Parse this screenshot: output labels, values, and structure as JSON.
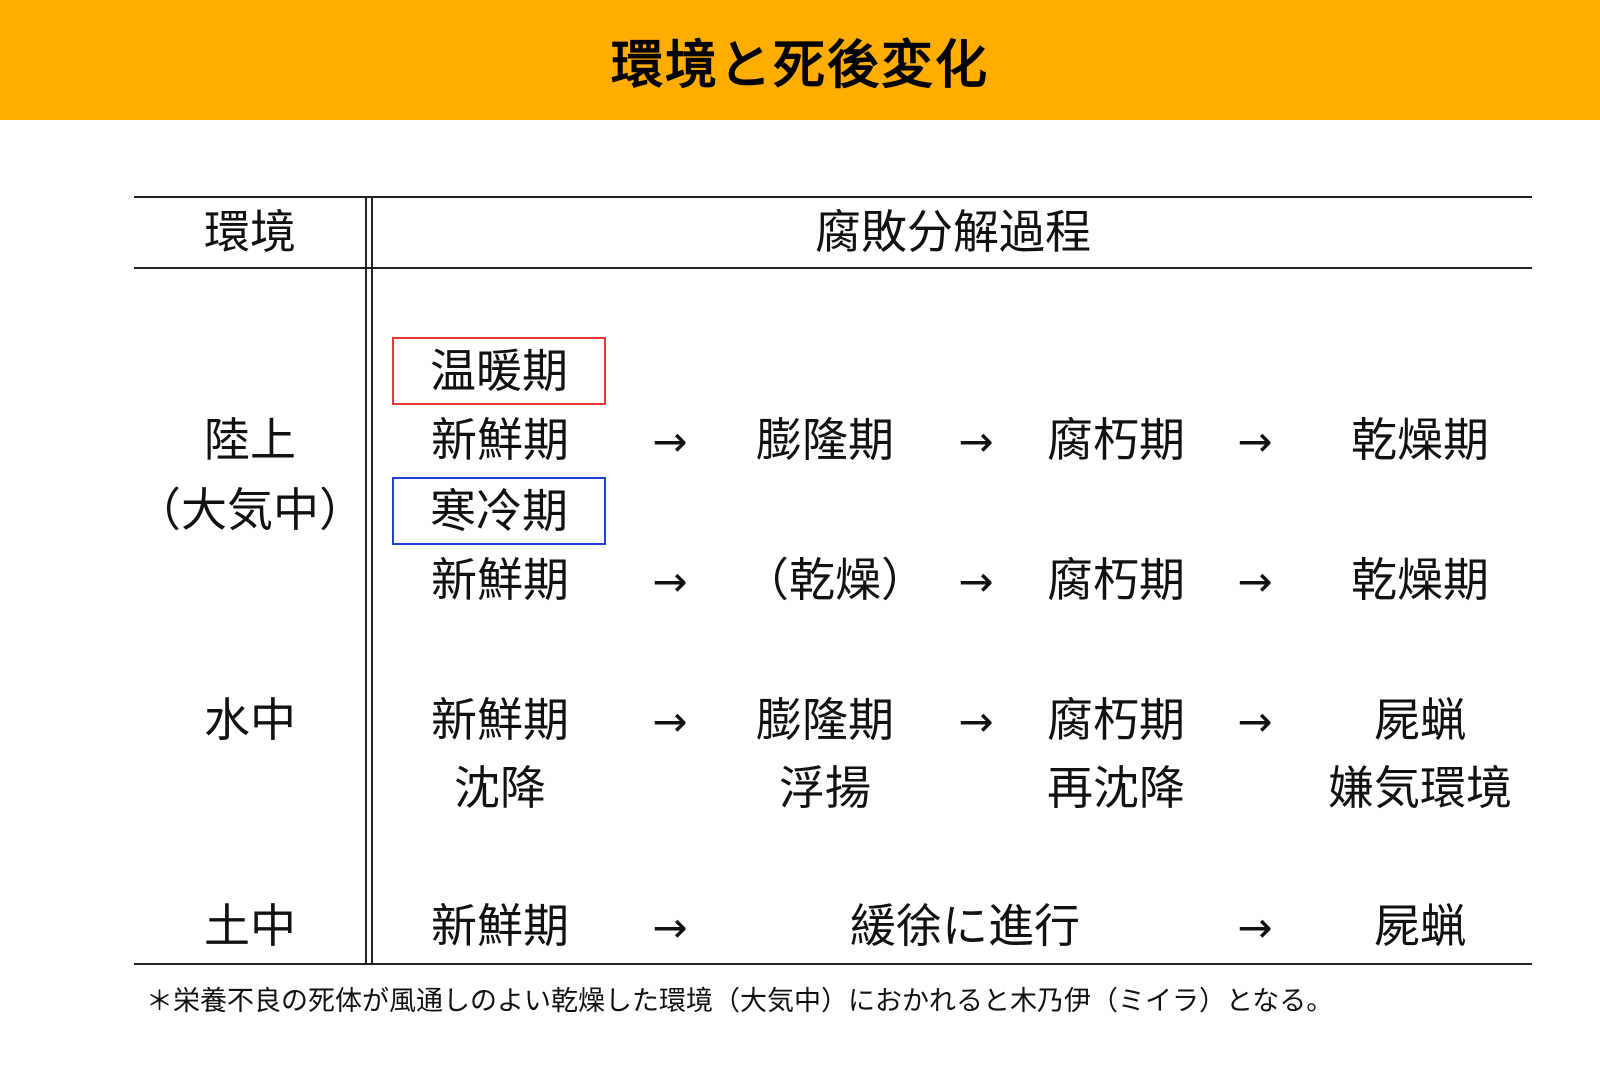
{
  "slide": {
    "title": "環境と死後変化"
  },
  "colors": {
    "header_bg": "#FFAE00",
    "warm_box": "#E53935",
    "cold_box": "#1E40D8"
  },
  "table": {
    "headers": {
      "environment": "環境",
      "process": "腐敗分解過程"
    },
    "arrow": "→",
    "land": {
      "env_line1": "陸上",
      "env_line2": "（大気中）",
      "warm": {
        "label": "温暖期",
        "steps": [
          "新鮮期",
          "膨隆期",
          "腐朽期",
          "乾燥期"
        ]
      },
      "cold": {
        "label": "寒冷期",
        "steps": [
          "新鮮期",
          "（乾燥）",
          "腐朽期",
          "乾燥期"
        ]
      }
    },
    "water": {
      "env": "水中",
      "steps": [
        "新鮮期",
        "膨隆期",
        "腐朽期",
        "屍蝋"
      ],
      "notes": [
        "沈降",
        "浮揚",
        "再沈降",
        "嫌気環境"
      ]
    },
    "soil": {
      "env": "土中",
      "steps": [
        "新鮮期",
        "緩徐に進行",
        "屍蝋"
      ]
    }
  },
  "footnote": "＊栄養不良の死体が風通しのよい乾燥した環境（大気中）におかれると木乃伊（ミイラ）となる。"
}
